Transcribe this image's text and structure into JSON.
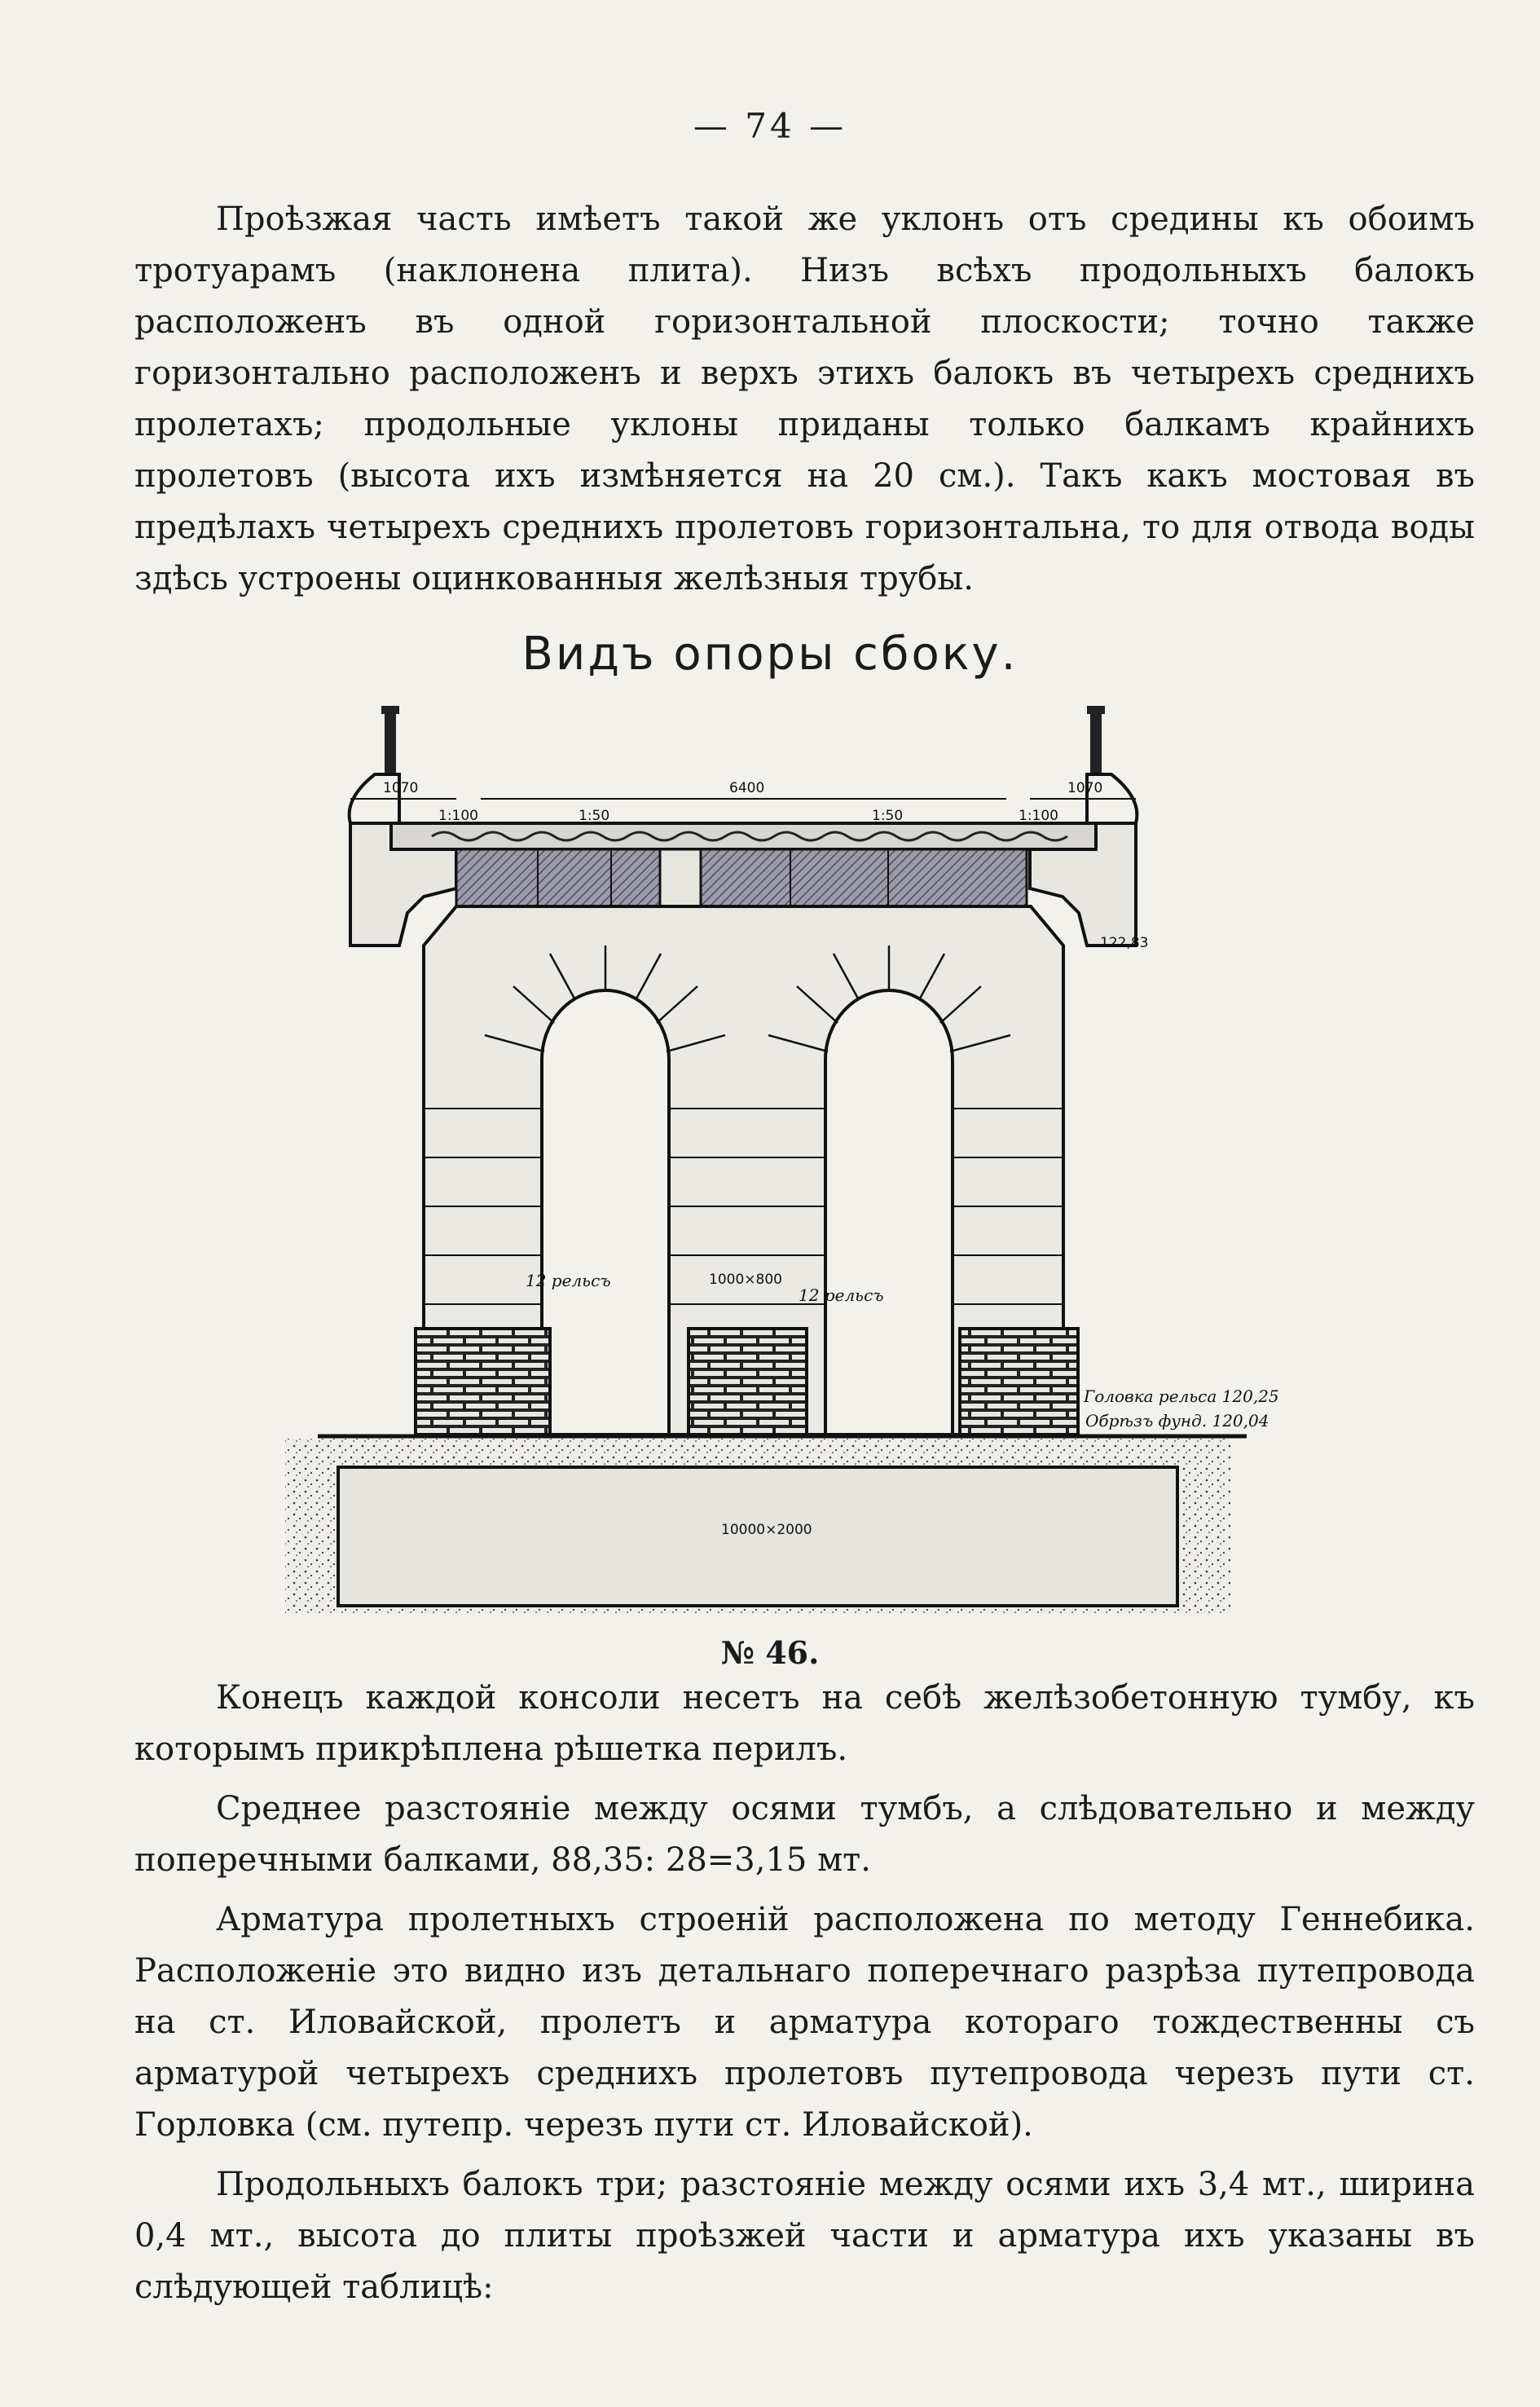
{
  "page_number": "— 74 —",
  "paragraphs_top": [
    "Проѣзжая часть имѣетъ такой же уклонъ отъ средины къ обоимъ тротуарамъ (наклонена плита). Низъ всѣхъ продольныхъ балокъ расположенъ въ одной горизонтальной плоскости; точно также горизонтально расположенъ и верхъ этихъ балокъ въ четырехъ среднихъ пролетахъ; продольные уклоны приданы только балкамъ крайнихъ пролетовъ (высота ихъ измѣняется на 20 см.). Такъ какъ мостовая въ предѣлахъ четырехъ среднихъ пролетовъ горизонтальна, то для отвода воды здѣсь устроены оцинкованныя желѣзныя трубы."
  ],
  "figure": {
    "title": "Видъ опоры сбоку.",
    "caption": "№ 46.",
    "labels": {
      "dim_left": "1070",
      "dim_center": "6400",
      "dim_right": "1070",
      "slope_1": "1:100",
      "slope_2": "1:50",
      "slope_3": "1:50",
      "slope_4": "1:100",
      "level_top": "122,83",
      "rail_left": "12 рельсъ",
      "rail_right": "12 рельсъ",
      "column": "1000×800",
      "rail_head": "Головка рельса 120,25",
      "foundation_edge": "Обрѣзъ фунд. 120,04",
      "foundation": "10000×2000"
    }
  },
  "paragraphs_bottom": [
    "Конецъ каждой консоли несетъ на себѣ желѣзобетонную тумбу, къ которымъ прикрѣплена рѣшетка перилъ.",
    "Среднее разстояніе между осями тумбъ, а слѣдовательно и между поперечными балками, 88,35: 28=3,15 мт.",
    "Арматура пролетныхъ строеній расположена по методу Геннебика. Расположеніе это видно изъ детальнаго поперечнаго разрѣза путепровода на ст. Иловайской, пролетъ и арматура котораго тождественны съ арматурой четырехъ среднихъ пролетовъ путепровода черезъ пути ст. Горловка (см. путепр. черезъ пути ст. Иловайской).",
    "Продольныхъ балокъ три; разстояніе между осями ихъ 3,4 мт., ширина 0,4 мт., высота до плиты проѣзжей части и арматура ихъ указаны въ слѣдующей таблицѣ:"
  ]
}
